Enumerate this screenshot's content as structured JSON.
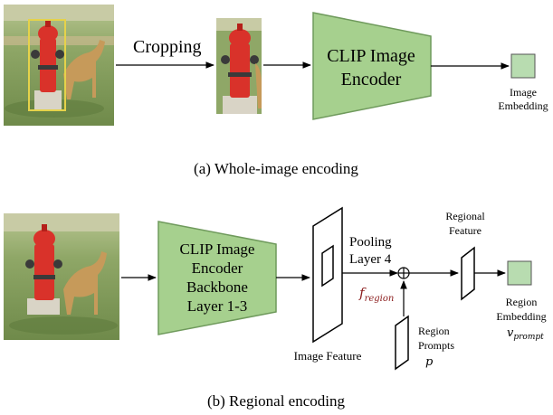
{
  "top": {
    "crop_label": "Cropping",
    "encoder_line1": "CLIP Image",
    "encoder_line2": "Encoder",
    "embedding_line1": "Image",
    "embedding_line2": "Embedding",
    "caption": "(a) Whole-image encoding"
  },
  "bottom": {
    "backbone_line1": "CLIP Image",
    "backbone_line2": "Encoder",
    "backbone_line3": "Backbone",
    "backbone_line4": "Layer 1-3",
    "pooling_line1": "Pooling",
    "pooling_line2": "Layer 4",
    "f_region": "f",
    "f_region_sub": "region",
    "image_feature_label": "Image Feature",
    "regional_feature_line1": "Regional",
    "regional_feature_line2": "Feature",
    "region_prompts_line1": "Region",
    "region_prompts_line2": "Prompts",
    "p_symbol": "p",
    "region_embedding_line1": "Region",
    "region_embedding_line2": "Embedding",
    "v_prompt": "v",
    "v_prompt_sub": "prompt",
    "caption": "(b) Regional encoding"
  },
  "colors": {
    "encoder_fill": "#a6d08e",
    "encoder_stroke": "#6f9a5c",
    "embedding_fill": "#b8dcb0",
    "bbox_stroke": "#e5d24a",
    "region_text": "#8b1c1c"
  }
}
